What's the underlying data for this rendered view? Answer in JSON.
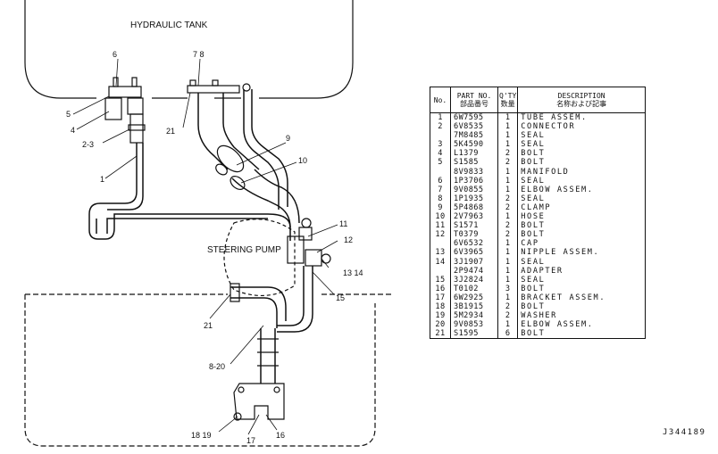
{
  "labels": {
    "tank": "HYDRAULIC TANK",
    "pump": "STEERING PUMP"
  },
  "callouts": {
    "c6": "6",
    "c78": "7 8",
    "c5": "5",
    "c4": "4",
    "c23": "2-3",
    "c1": "1",
    "c21a": "21",
    "c9": "9",
    "c10": "10",
    "c11": "11",
    "c12": "12",
    "c1314": "13 14",
    "c15": "15",
    "c21b": "21",
    "c820": "8-20",
    "c1819": "18 19",
    "c17": "17",
    "c16": "16"
  },
  "table": {
    "headers": {
      "no": "No.",
      "part_no": "PART NO.",
      "part_no_jp": "部品番号",
      "qty": "Q'TY",
      "qty_jp": "数量",
      "description": "DESCRIPTION",
      "description_jp": "名称および記事"
    },
    "rows": [
      {
        "no": "1",
        "part_no": "6W7595",
        "qty": "1",
        "desc": "TUBE ASSEM."
      },
      {
        "no": "2",
        "part_no": "6V8535",
        "qty": "1",
        "desc": "CONNECTOR"
      },
      {
        "no": "",
        "part_no": "7M8485",
        "qty": "1",
        "desc": "SEAL"
      },
      {
        "no": "3",
        "part_no": "5K4590",
        "qty": "1",
        "desc": "SEAL"
      },
      {
        "no": "4",
        "part_no": "L1379",
        "qty": "2",
        "desc": "BOLT"
      },
      {
        "no": "5",
        "part_no": "S1585",
        "qty": "2",
        "desc": "BOLT"
      },
      {
        "no": "",
        "part_no": "8V9833",
        "qty": "1",
        "desc": "MANIFOLD"
      },
      {
        "no": "6",
        "part_no": "1P3706",
        "qty": "1",
        "desc": "SEAL"
      },
      {
        "no": "7",
        "part_no": "9V0855",
        "qty": "1",
        "desc": "ELBOW ASSEM."
      },
      {
        "no": "8",
        "part_no": "1P1935",
        "qty": "2",
        "desc": "SEAL"
      },
      {
        "no": "9",
        "part_no": "5P4868",
        "qty": "2",
        "desc": "CLAMP"
      },
      {
        "no": "10",
        "part_no": "2V7963",
        "qty": "1",
        "desc": "HOSE"
      },
      {
        "no": "11",
        "part_no": "S1571",
        "qty": "2",
        "desc": "BOLT"
      },
      {
        "no": "12",
        "part_no": "T0379",
        "qty": "2",
        "desc": "BOLT"
      },
      {
        "no": "",
        "part_no": "6V6532",
        "qty": "1",
        "desc": "CAP"
      },
      {
        "no": "13",
        "part_no": "6V3965",
        "qty": "1",
        "desc": "NIPPLE ASSEM."
      },
      {
        "no": "14",
        "part_no": "3J1907",
        "qty": "1",
        "desc": "SEAL"
      },
      {
        "no": "",
        "part_no": "2P9474",
        "qty": "1",
        "desc": "ADAPTER"
      },
      {
        "no": "15",
        "part_no": "3J2824",
        "qty": "1",
        "desc": "SEAL"
      },
      {
        "no": "16",
        "part_no": "T0102",
        "qty": "3",
        "desc": "BOLT"
      },
      {
        "no": "17",
        "part_no": "6W2925",
        "qty": "1",
        "desc": "BRACKET ASSEM."
      },
      {
        "no": "18",
        "part_no": "3B1915",
        "qty": "2",
        "desc": "BOLT"
      },
      {
        "no": "19",
        "part_no": "5M2934",
        "qty": "2",
        "desc": "WASHER"
      },
      {
        "no": "20",
        "part_no": "9V0853",
        "qty": "1",
        "desc": "ELBOW ASSEM."
      },
      {
        "no": "21",
        "part_no": "S1595",
        "qty": "6",
        "desc": "BOLT"
      }
    ]
  },
  "drawing_code": "J344189"
}
